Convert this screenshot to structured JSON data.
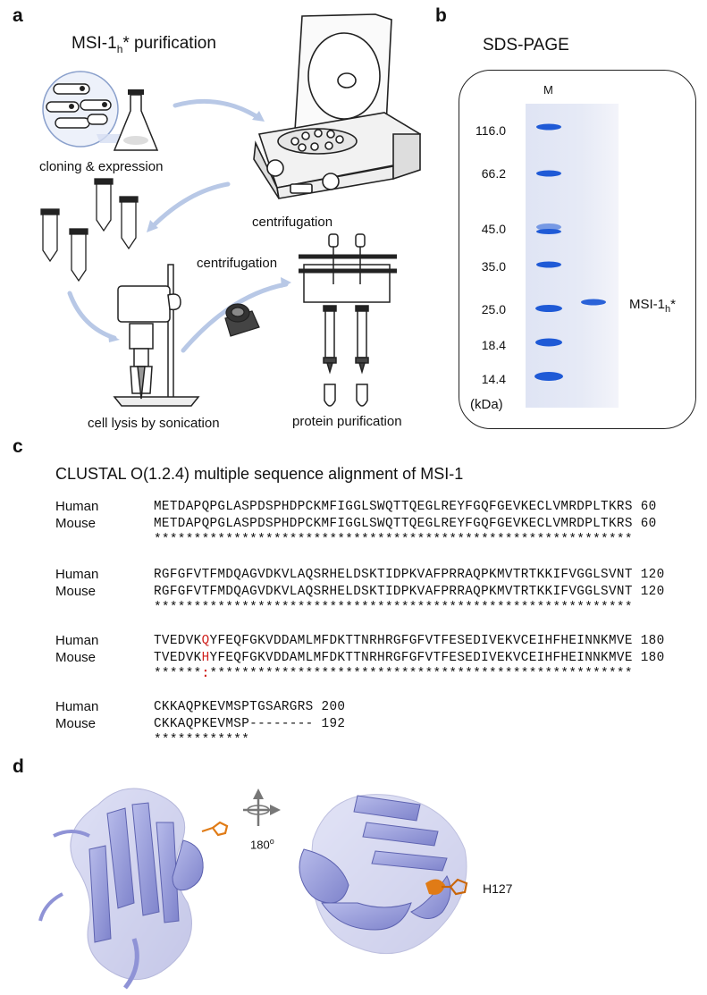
{
  "panels": {
    "a": {
      "label": "a",
      "title": "MSI-1",
      "title_sub": "h",
      "title_suffix": "* purification",
      "steps": [
        "cloning & expression",
        "centrifugation",
        "centrifugation",
        "cell lysis by sonication",
        "protein purification"
      ]
    },
    "b": {
      "label": "b",
      "title": "SDS-PAGE",
      "lane_marker": "M",
      "markers_kda": [
        "116.0",
        "66.2",
        "45.0",
        "35.0",
        "25.0",
        "18.4",
        "14.4"
      ],
      "unit": "(kDa)",
      "band_label": "MSI-1",
      "band_sub": "h",
      "band_suffix": "*"
    },
    "c": {
      "label": "c",
      "title": "CLUSTAL O(1.2.4) multiple sequence alignment of MSI-1",
      "blocks": [
        {
          "human_name": "Human",
          "human_pre": "METDAPQPGLASPDSPHDPCKMFIGGLSWQTTQEGLREYFGQFGEVKECLVMRDPLTKRS",
          "human_mut": "",
          "human_post": "",
          "human_end": "60",
          "mouse_name": "Mouse",
          "mouse_pre": "METDAPQPGLASPDSPHDPCKMFIGGLSWQTTQEGLREYFGQFGEVKECLVMRDPLTKRS",
          "mouse_mut": "",
          "mouse_post": "",
          "mouse_end": "60",
          "cons_pre": "************************************************************",
          "cons_mut": "",
          "cons_post": ""
        },
        {
          "human_name": "Human",
          "human_pre": "RGFGFVTFMDQAGVDKVLAQSRHELDSKTIDPKVAFPRRAQPKMVTRTKKIFVGGLSVNT",
          "human_mut": "",
          "human_post": "",
          "human_end": "120",
          "mouse_name": "Mouse",
          "mouse_pre": "RGFGFVTFMDQAGVDKVLAQSRHELDSKTIDPKVAFPRRAQPKMVTRTKKIFVGGLSVNT",
          "mouse_mut": "",
          "mouse_post": "",
          "mouse_end": "120",
          "cons_pre": "************************************************************",
          "cons_mut": "",
          "cons_post": ""
        },
        {
          "human_name": "Human",
          "human_pre": "TVEDVK",
          "human_mut": "Q",
          "human_post": "YFEQFGKVDDAMLMFDKTTNRHRGFGFVTFESEDIVEKVCEIHFHEINNKMVE",
          "human_end": "180",
          "mouse_name": "Mouse",
          "mouse_pre": "TVEDVK",
          "mouse_mut": "H",
          "mouse_post": "YFEQFGKVDDAMLMFDKTTNRHRGFGFVTFESEDIVEKVCEIHFHEINNKMVE",
          "mouse_end": "180",
          "cons_pre": "******",
          "cons_mut": ":",
          "cons_post": "*****************************************************"
        },
        {
          "human_name": "Human",
          "human_pre": "CKKAQPKEVMSPTGSARGRS",
          "human_mut": "",
          "human_post": "",
          "human_end": "200",
          "mouse_name": "Mouse",
          "mouse_pre": "CKKAQPKEVMSP--------",
          "mouse_mut": "",
          "mouse_post": "",
          "mouse_end": "192",
          "cons_pre": "************",
          "cons_mut": "",
          "cons_post": ""
        }
      ]
    },
    "d": {
      "label": "d",
      "rotation_label": "180",
      "rotation_unit": "o",
      "residue_label": "H127"
    }
  },
  "colors": {
    "ribbon": "#8f93d6",
    "ribbon_light": "#c3c6ee",
    "residue": "#e07b16",
    "mutation": "#d0201c",
    "arrow": "#b8c8e6",
    "marker_band": "#1f5ad6",
    "gel_bg": "#e2e7f5"
  }
}
